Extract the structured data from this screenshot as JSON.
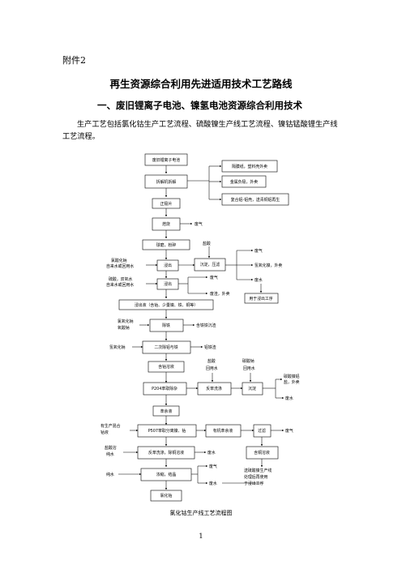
{
  "header": {
    "attachment": "附件2"
  },
  "doc": {
    "title": "再生资源综合利用先进适用技术工艺路线",
    "section": "一、废旧锂离子电池、镍氢电池资源综合利用技术",
    "paragraph": "生产工艺包括氯化钴生产工艺流程、硫酸镍生产线工艺流程、镍钴锰酸锂生产线工艺流程。",
    "caption": "氯化钴生产线工艺流程图",
    "page_number": "1"
  },
  "flow": {
    "boxes": {
      "b1": "废旧锂离子电池",
      "b2": "拆解机拆解",
      "b3": "正极片",
      "b4": "焙烧",
      "b5": "球磨，粉碎",
      "b6": "浸出",
      "b7": "浸出",
      "b8": "沉淀，压滤",
      "b9": "浸出液（含钴、少量镍、铁、铜等）",
      "b10": "除铁",
      "b11": "二次除铝与铁",
      "b12": "含钴溶液",
      "b13": "P204萃取除杂",
      "b14": "反萃洗涤",
      "b15": "沉淀",
      "b16": "萃余液",
      "b17": "P507萃取分离镍、钴",
      "b18": "有机萃余液",
      "b19": "反萃洗涤，除铜溶液",
      "b20": "过滤",
      "b21": "含铜溶液",
      "b22": "浓缩，结晶",
      "b23": "氯化钴",
      "r1": "隔膜纸，塑料壳外卖",
      "r2": "金属负极，外卖",
      "r3": "复合铝-铝壳，送青铜铝再生",
      "r4": "用于浸出工序"
    },
    "labels": {
      "waste_gas_1": "废气",
      "hydrochloric_acid_1": "盐酸",
      "sodium_chlorate": "氯酸化钠",
      "recycled_water_1": "自来水或回用水",
      "sulfuric_acid": "硫酸，双氧水",
      "recycled_water_2": "自来水或回用水",
      "waste_gas_2": "废气",
      "waste_gas_3": "废气",
      "ammonia_nickel": "氢氧化镍，外卖",
      "waste_water_1": "废水",
      "slag_1": "废渣，外卖",
      "oxidant_1": "氯氧化钠",
      "oxidant_2": "氧酸钠",
      "iron_slag": "含铁铁沉渣",
      "sodium_hydroxide": "氢氧化钠",
      "iron_slag_2": "铝铁渣",
      "hydrochloric_acid_2": "盐酸",
      "recycled_water_3": "回用水",
      "sodium_carbonate": "碳酸钠",
      "recycled_water_4": "回用水",
      "carbonate_out_1": "碳酸镍铝",
      "carbonate_out_2": "盐，外卖",
      "waste_water_2": "废水",
      "reagent_1": "有生产混合",
      "reagent_2": "钴液",
      "waste_gas_4": "废气",
      "hydrochloric_acid_3": "盐酸溶",
      "pure_water_1": "纯水",
      "waste_water_3": "废水",
      "waste_gas_5": "废气",
      "pure_water_2": "纯水",
      "waste_water_4": "废水",
      "note_1": "送硫酸镍生产线",
      "note_2": "处理后再使用",
      "note_3": "于浸出工序"
    }
  }
}
